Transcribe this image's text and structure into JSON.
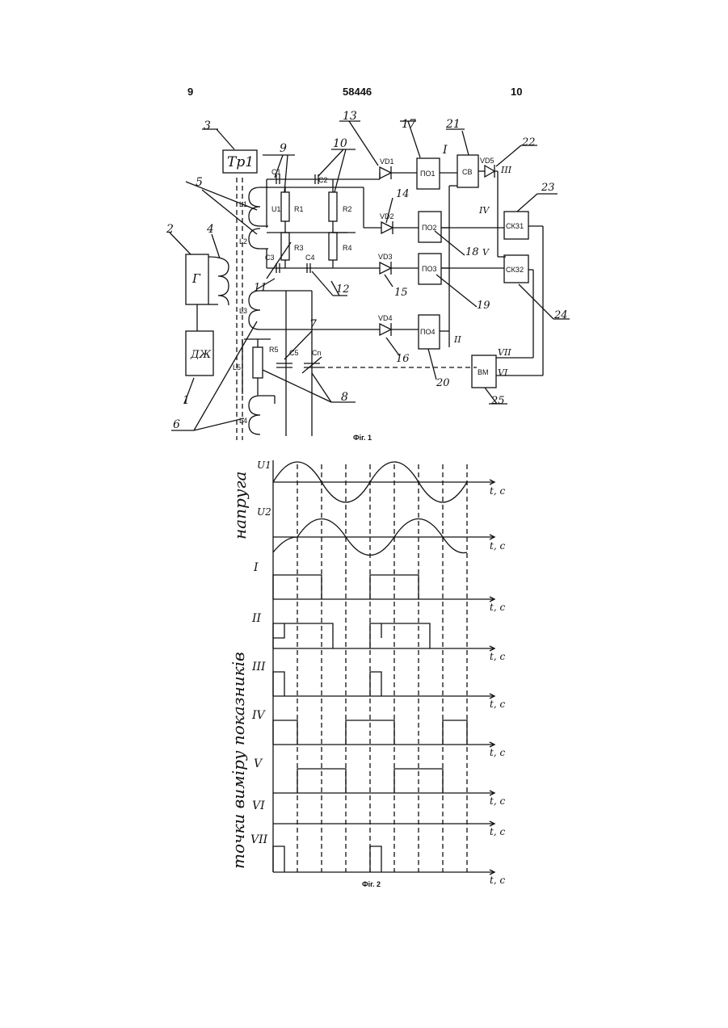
{
  "header": {
    "left_page": "9",
    "patent_number": "58446",
    "right_page": "10"
  },
  "fig1": {
    "caption": "Фіг. 1",
    "transformer_label": "Тр1",
    "generator": "Г",
    "drive": "ДЖ",
    "components": {
      "capacitors": [
        "C1",
        "C2",
        "C3",
        "C4",
        "C5",
        "Cn"
      ],
      "resistors": [
        "R1",
        "R2",
        "R3",
        "R4",
        "R5"
      ],
      "inductors": [
        "L1",
        "L2",
        "L3",
        "L4",
        "L5"
      ],
      "voltage": "U1",
      "diodes": [
        "VD1",
        "VD2",
        "VD3",
        "VD4",
        "VD5"
      ],
      "shapers": [
        "ПО1",
        "ПО2",
        "ПО3",
        "ПО4"
      ],
      "coincidence": "СВ",
      "comparators": [
        "СКЗ1",
        "СКЗ2"
      ],
      "meter": "ВМ"
    },
    "node_labels": [
      "I",
      "II",
      "III",
      "IV",
      "V",
      "VI",
      "VII"
    ],
    "callouts": [
      "1",
      "2",
      "3",
      "4",
      "5",
      "6",
      "7",
      "8",
      "9",
      "10",
      "11",
      "12",
      "13",
      "14",
      "15",
      "16",
      "17",
      "18",
      "19",
      "20",
      "21",
      "22",
      "23",
      "24",
      "25"
    ]
  },
  "fig2": {
    "caption": "Фіг. 2",
    "axis_unit": "t, c",
    "voltage_group_label": "напруга",
    "points_group_label": "точки виміру показників",
    "rows": [
      {
        "name": "U1",
        "kind": "sine"
      },
      {
        "name": "U2",
        "kind": "sine"
      },
      {
        "name": "I",
        "kind": "pulse"
      },
      {
        "name": "II",
        "kind": "pulse"
      },
      {
        "name": "III",
        "kind": "pulse"
      },
      {
        "name": "IV",
        "kind": "pulse"
      },
      {
        "name": "V",
        "kind": "pulse"
      },
      {
        "name": "VI",
        "kind": "pulse"
      },
      {
        "name": "VII",
        "kind": "pulse"
      }
    ]
  }
}
